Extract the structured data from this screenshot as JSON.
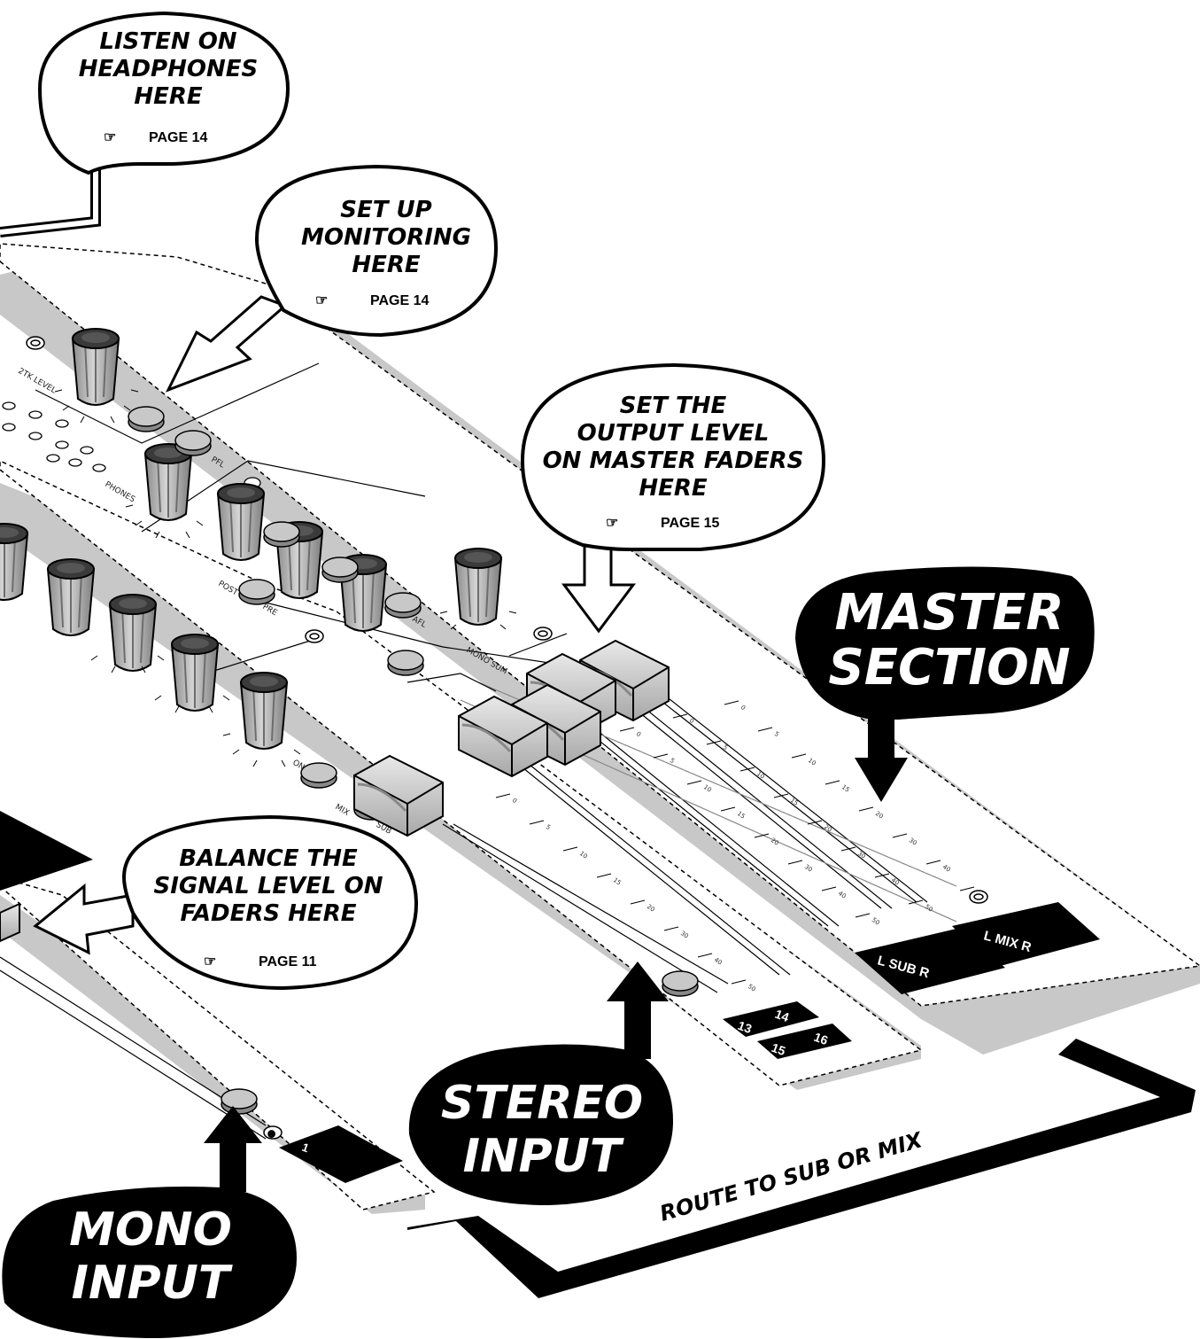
{
  "callouts": {
    "headphones": {
      "lines": [
        "LISTEN ON",
        "HEADPHONES",
        "HERE"
      ],
      "page": "PAGE 14"
    },
    "monitoring": {
      "lines": [
        "SET UP",
        "MONITORING",
        "HERE"
      ],
      "page": "PAGE 14"
    },
    "master_faders": {
      "lines": [
        "SET THE",
        "OUTPUT LEVEL",
        "ON MASTER FADERS",
        "HERE"
      ],
      "page": "PAGE 15"
    },
    "balance": {
      "lines": [
        "BALANCE THE",
        "SIGNAL LEVEL ON",
        "FADERS HERE"
      ],
      "page": "PAGE 11"
    }
  },
  "sections": {
    "master": [
      "MASTER",
      "SECTION"
    ],
    "stereo": [
      "STEREO",
      "INPUT"
    ],
    "mono": [
      "MONO",
      "INPUT"
    ]
  },
  "route_label": "ROUTE TO SUB OR MIX",
  "channel_labels": {
    "stereo_top": [
      "13",
      "14"
    ],
    "stereo_bottom": [
      "15",
      "16"
    ],
    "sub": "L SUB R",
    "mix": "L MIX R",
    "mono": "1"
  },
  "panel_labels": {
    "mono_sum": "MONO SUM",
    "phones": "PHONES",
    "level_2tk": "2TK LEVEL",
    "pfl": "PFL",
    "afl": "AFL",
    "post": "POST",
    "pre": "PRE",
    "mix": "MIX",
    "sub": "SUB",
    "on": "ON"
  },
  "fader_scale": [
    "0",
    "5",
    "10",
    "15",
    "20",
    "30",
    "40",
    "50"
  ],
  "colors": {
    "ink": "#000000",
    "paper": "#ffffff",
    "shadow": "#c8c8c8",
    "knob": "#b4b4b4"
  }
}
